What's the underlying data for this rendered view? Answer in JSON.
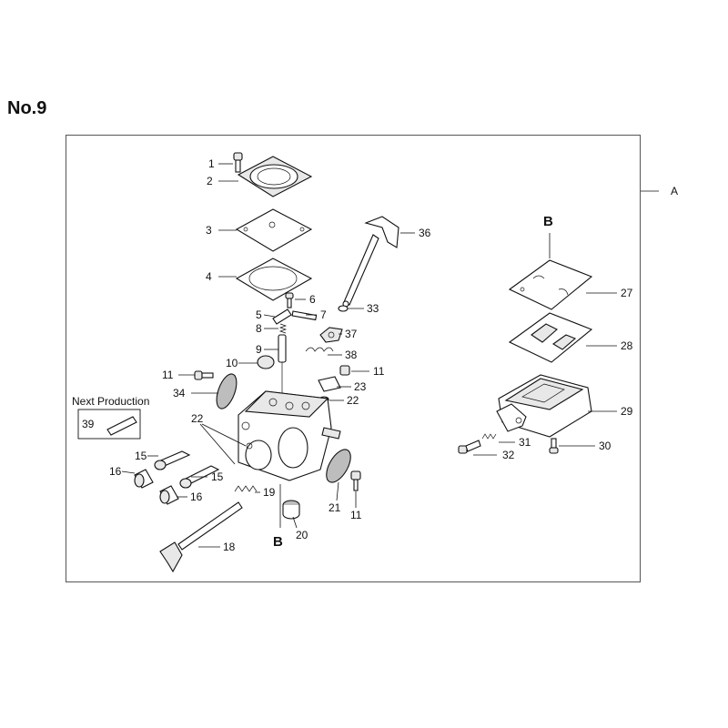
{
  "page_title": "No.9",
  "ref_label": "A",
  "next_production": {
    "label": "Next Production",
    "part": "39"
  },
  "section_labels": {
    "left": "B",
    "right": "B"
  },
  "callouts": [
    "1",
    "2",
    "3",
    "4",
    "5",
    "6",
    "7",
    "8",
    "9",
    "10",
    "11",
    "11",
    "11",
    "15",
    "15",
    "16",
    "16",
    "18",
    "19",
    "20",
    "21",
    "22",
    "22",
    "23",
    "27",
    "28",
    "29",
    "30",
    "31",
    "32",
    "33",
    "34",
    "36",
    "37",
    "38"
  ]
}
